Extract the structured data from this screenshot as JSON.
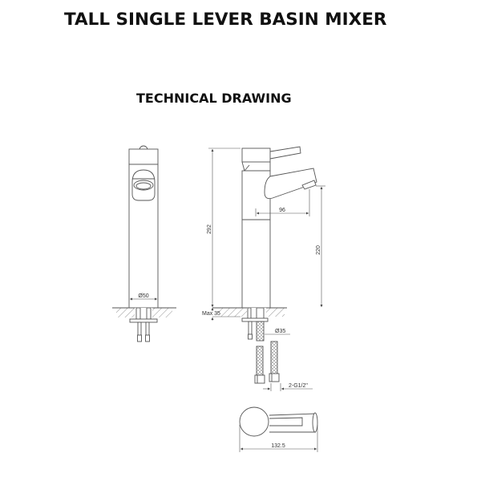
{
  "header": {
    "title": "TALL SINGLE LEVER BASIN MIXER",
    "subtitle": "TECHNICAL DRAWING"
  },
  "drawing": {
    "line_color": "#4a4a4a",
    "front_view": {
      "base_diameter_label": "Ø50"
    },
    "side_view": {
      "overall_height_label": "292",
      "spout_reach_label": "96",
      "spout_height_label": "220",
      "max_deck_thickness_label": "Max 35",
      "hole_diameter_label": "Ø35",
      "hose_connection_label": "2-G1/2\""
    },
    "top_view": {
      "overall_length_label": "132.5"
    }
  }
}
